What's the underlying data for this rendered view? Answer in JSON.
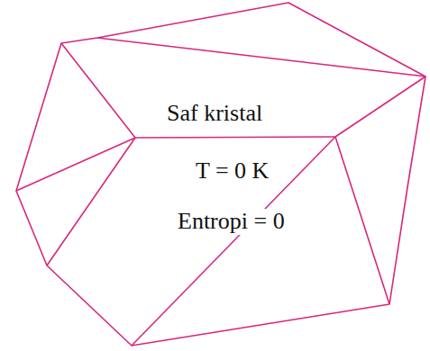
{
  "diagram": {
    "labels": [
      "Saf kristal",
      "T = 0 K",
      "Entropi = 0"
    ]
  }
}
